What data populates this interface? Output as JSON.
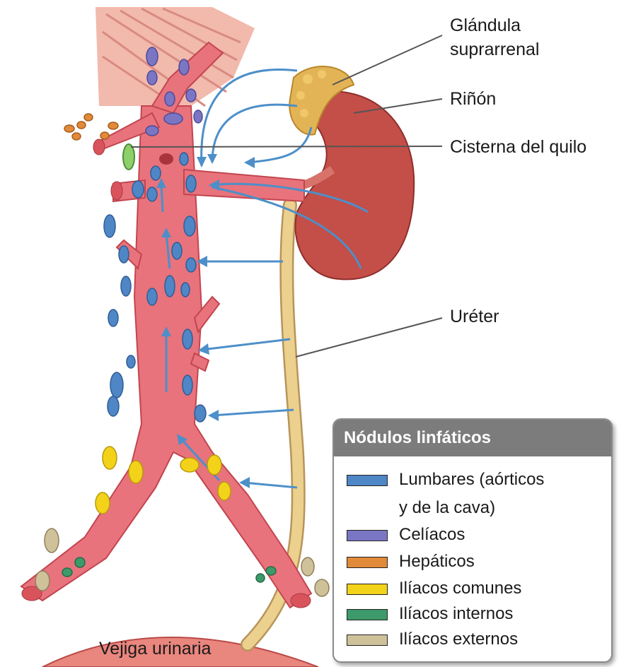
{
  "labels": {
    "adrenal": "Glándula",
    "adrenal_2": "suprarrenal",
    "kidney": "Riñón",
    "cisterna": "Cisterna del quilo",
    "ureter": "Uréter",
    "bladder": "Vejiga urinaria"
  },
  "legend": {
    "title": "Nódulos linfáticos",
    "items": [
      {
        "label": "Lumbares (aórticos",
        "label2": "y de la cava)",
        "color": "#4f86c6"
      },
      {
        "label": "Celíacos",
        "color": "#7a76c4"
      },
      {
        "label": "Hepáticos",
        "color": "#e08a3a"
      },
      {
        "label": "Ilíacos comunes",
        "color": "#f3d21a"
      },
      {
        "label": "Ilíacos internos",
        "color": "#3d9a6a"
      },
      {
        "label": "Ilíacos externos",
        "color": "#cfc19a"
      }
    ]
  },
  "colors": {
    "vessel": "#e8707a",
    "vessel_dark": "#c2454f",
    "kidney": "#c24e4a",
    "ureter": "#e8cb86",
    "muscle": "#f0b3a8",
    "arrow": "#4d8fc9"
  }
}
